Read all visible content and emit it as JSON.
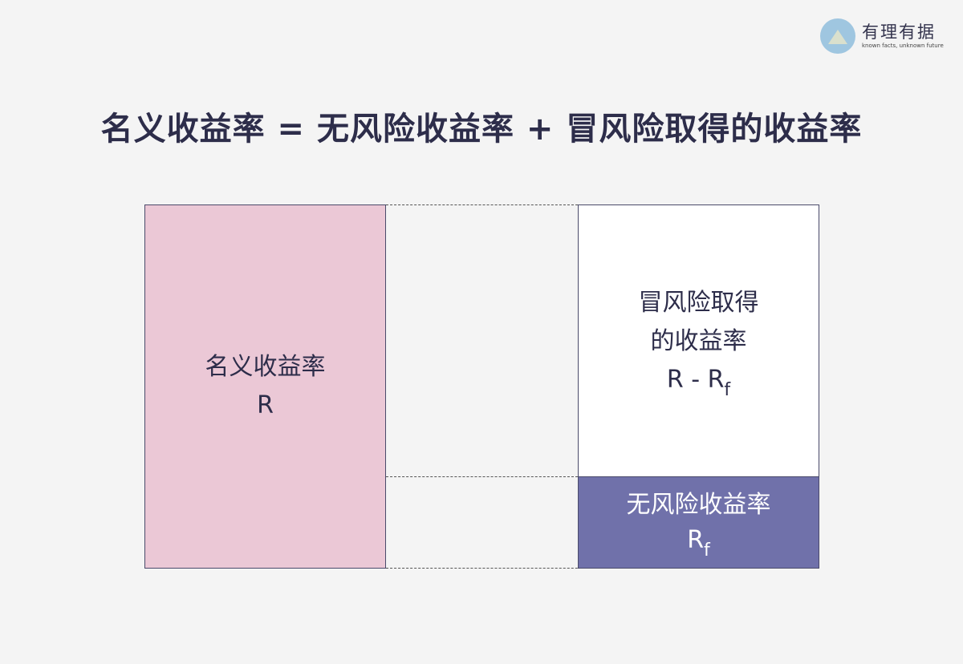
{
  "logo": {
    "title": "有理有据",
    "subtitle": "known facts, unknown future"
  },
  "title": "名义收益率 = 无风险收益率 + 冒风险取得的收益率",
  "boxes": {
    "nominal": {
      "label": "名义收益率",
      "symbol": "R",
      "color": "#ebc8d6"
    },
    "risk_premium": {
      "label_line1": "冒风险取得",
      "label_line2": "的收益率",
      "symbol": "R - R",
      "symbol_sub": "f",
      "color": "#ffffff"
    },
    "risk_free": {
      "label": "无风险收益率",
      "symbol": "R",
      "symbol_sub": "f",
      "color": "#7071aa"
    }
  }
}
